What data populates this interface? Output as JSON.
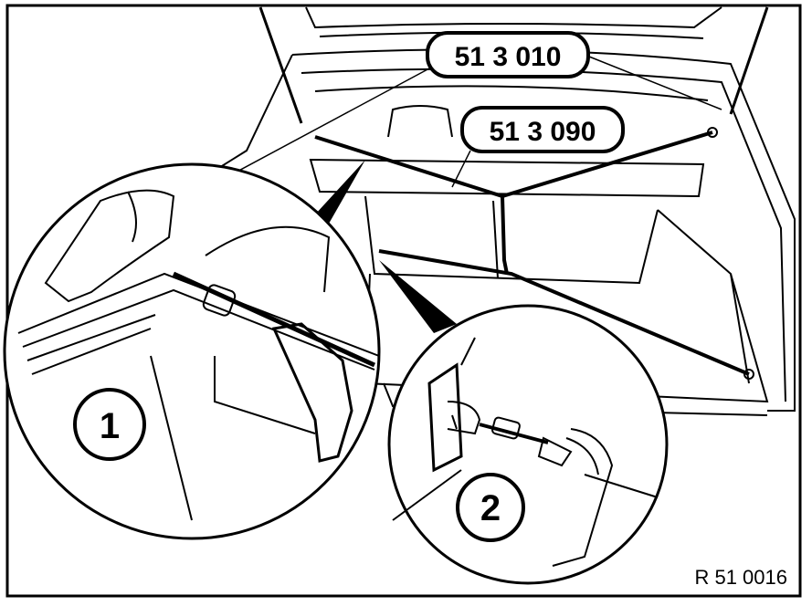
{
  "callouts": {
    "part_a": "51 3 010",
    "part_b": "51 3 090"
  },
  "details": {
    "detail_1": "1",
    "detail_2": "2"
  },
  "figure_ref": "R 51 0016"
}
